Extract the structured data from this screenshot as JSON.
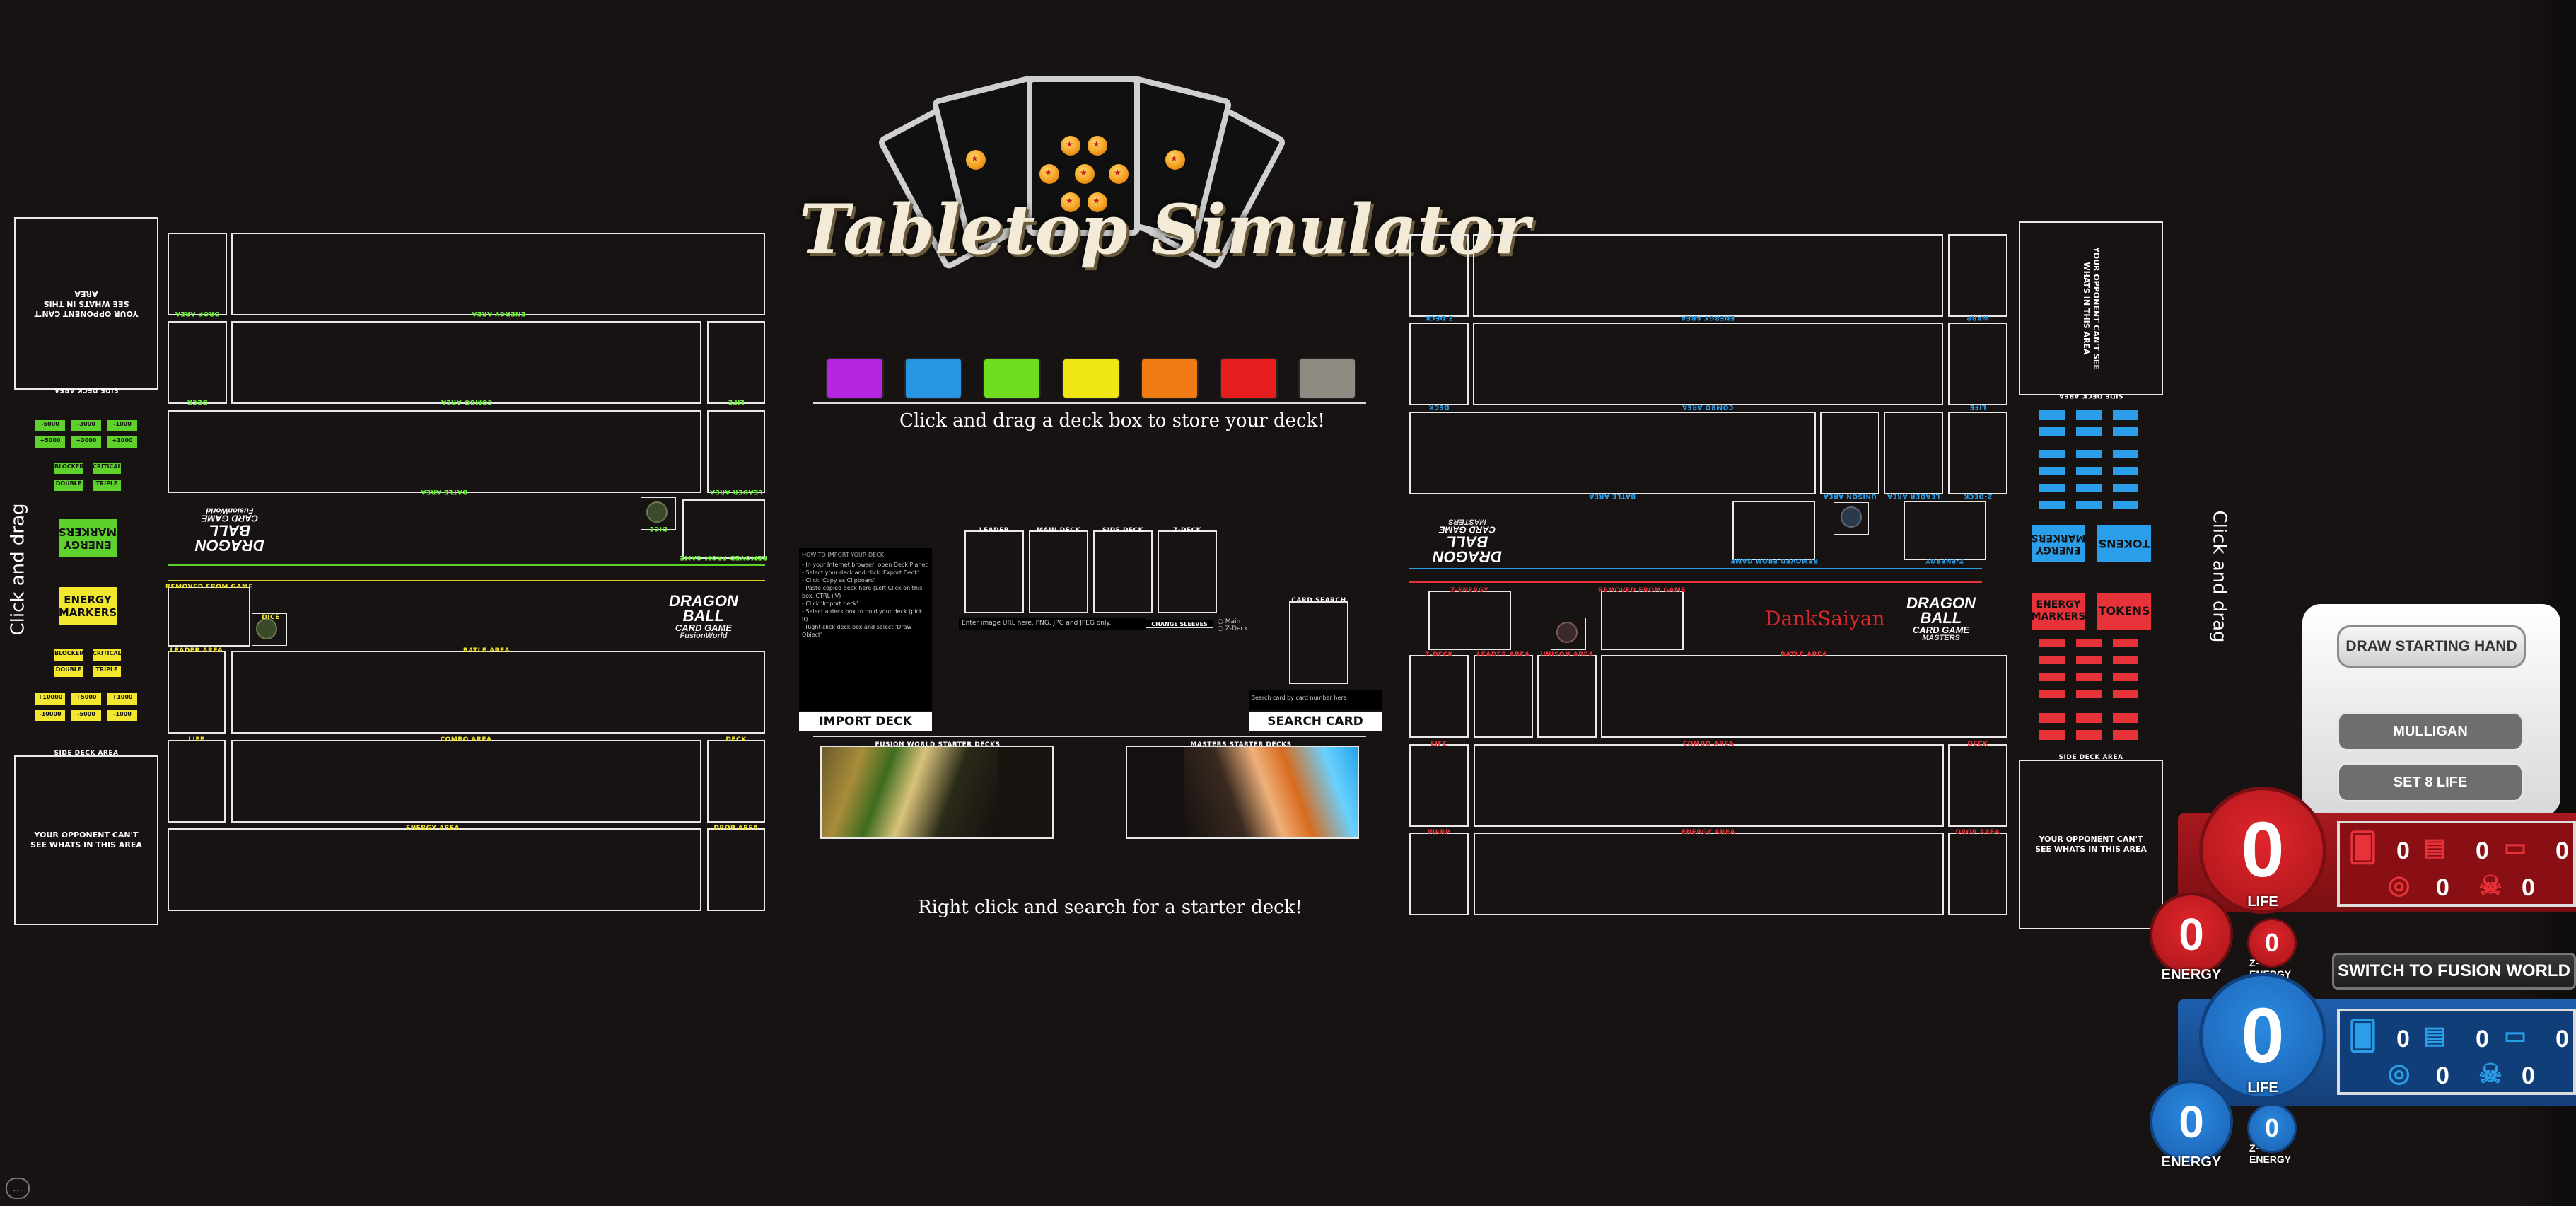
{
  "center": {
    "title": "Tabletop Simulator",
    "swatches": [
      "#b526e0",
      "#2696e0",
      "#6ede1e",
      "#f0e614",
      "#f07a14",
      "#e61e1e",
      "#8f8a82"
    ],
    "deck_box_caption": "Click and drag a deck box to store your deck!",
    "import_instructions_title": "HOW TO IMPORT YOUR DECK",
    "import_instructions": [
      "- In your Internet browser, open Deck Planet",
      "- Select your deck and click 'Export Deck'",
      "- Click 'Copy as Clipboard'",
      "- Paste copied deck here (Left Click on this box, CTRL+V)",
      "- Click 'Import deck'",
      "- Select a deck box to hold your deck (pick it)",
      "- Right click deck box and select 'Draw Object'"
    ],
    "deck_slots": [
      "LEADER",
      "MAIN DECK",
      "SIDE DECK",
      "Z-DECK"
    ],
    "image_url_placeholder": "Enter image URL here. PNG, JPG and JPEG only.",
    "change_sleeves": "CHANGE SLEEVES",
    "sleeve_options": [
      "Main",
      "Z-Deck"
    ],
    "import_deck": "IMPORT DECK",
    "card_search_label": "CARD SEARCH",
    "card_search_placeholder": "Search card by card number here",
    "search_card": "SEARCH CARD",
    "fusion_decks_label": "FUSION WORLD STARTER DECKS",
    "masters_decks_label": "MASTERS STARTER DECKS",
    "starter_caption": "Right click and search for a starter deck!"
  },
  "left": {
    "hidden_area_text": "YOUR OPPONENT CAN'T SEE WHATS IN THIS AREA",
    "side_deck_area": "SIDE DECK AREA",
    "drop_area": "DROP AREA",
    "energy_area": "ENERGY AREA",
    "deck": "DECK",
    "combo_area": "COMBO AREA",
    "life": "LIFE",
    "battle_area": "BATLE AREA",
    "leader_area": "LEADER AREA",
    "removed_from_game": "REMOVED FROM GAME",
    "dice": "DICE",
    "click_and_drag": "Click and drag",
    "energy_markers": "ENERGY MARKERS",
    "tokens_green": [
      "-5000",
      "-3000",
      "-1000",
      "+5000",
      "+3000",
      "+1000",
      "BLOCKER",
      "CRITICAL",
      "DOUBLE",
      "TRIPLE"
    ],
    "tokens_yellow": [
      "BLOCKER",
      "CRITICAL",
      "DOUBLE",
      "TRIPLE",
      "+10000",
      "+5000",
      "+1000",
      "-10000",
      "-5000",
      "-1000"
    ],
    "logo_top": "DRAGON BALL",
    "logo_bottom": "CARD GAME",
    "logo_sub": "FusionWorld"
  },
  "right": {
    "hidden_area_text": "YOUR OPPONENT CAN'T SEE WHATS IN THIS AREA",
    "side_deck_area": "SIDE DECK AREA",
    "z_energy": "Z-ENERGY",
    "removed_from_game": "REMOVED FROM GAME",
    "z_deck": "Z-DECK",
    "leader_area": "LEADER AREA",
    "unison_area": "UNISON AREA",
    "battle_area": "BATLE AREA",
    "life": "LIFE",
    "combo_area": "COMBO AREA",
    "deck": "DECK",
    "warp": "WARP",
    "energy_area": "ENERGY AREA",
    "drop_area": "DROP AREA",
    "player_name": "DankSaiyan",
    "energy_markers": "ENERGY MARKERS",
    "tokens": "TOKENS",
    "click_and_drag": "Click and drag",
    "logo_top": "DRAGON BALL",
    "logo_bottom": "CARD GAME",
    "logo_sub": "MASTERS"
  },
  "hud": {
    "draw_starting_hand": "DRAW STARTING HAND",
    "mulligan": "MULLIGAN",
    "set_8_life": "SET 8 LIFE",
    "switch_label": "SWITCH TO FUSION WORLD",
    "red": {
      "life": "0",
      "life_label": "LIFE",
      "energy": "0",
      "energy_label": "ENERGY",
      "zenergy": "0",
      "zenergy_label": "Z-ENERGY",
      "hand": "0",
      "deck": "0",
      "energy_zone": "0",
      "drop": "0",
      "skulls": "0",
      "color": "#c51f24"
    },
    "blue": {
      "life": "0",
      "life_label": "LIFE",
      "energy": "0",
      "energy_label": "ENERGY",
      "zenergy": "0",
      "zenergy_label": "Z-ENERGY",
      "hand": "0",
      "deck": "0",
      "energy_zone": "0",
      "drop": "0",
      "skulls": "0",
      "color": "#1e68c0"
    }
  }
}
